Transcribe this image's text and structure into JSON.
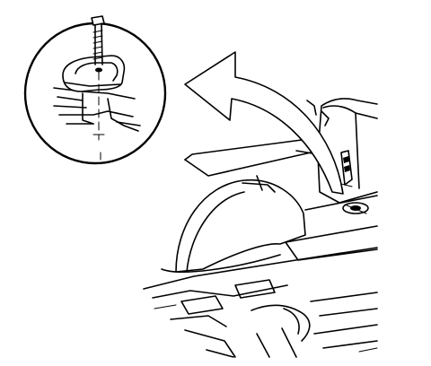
{
  "figure": {
    "kind": "technical line illustration",
    "colors": {
      "line": "#000000",
      "background": "#ffffff"
    },
    "icons": {
      "callout": "magnified-detail-callout",
      "arrow": "curved-direction-arrow",
      "fastener": "bolt-icon"
    }
  }
}
